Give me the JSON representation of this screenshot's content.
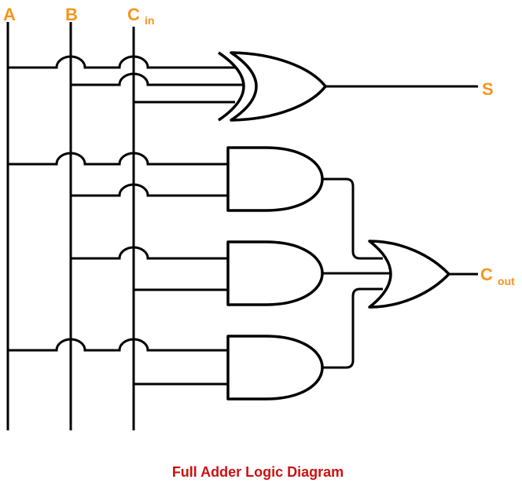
{
  "diagram": {
    "title": "Full Adder Logic Diagram",
    "inputs": {
      "a": "A",
      "b": "B",
      "cin_base": "C",
      "cin_sub": "in"
    },
    "outputs": {
      "sum": "S",
      "cout_base": "C",
      "cout_sub": "out"
    },
    "gates": {
      "sum_gate": "XOR",
      "carry_gate_1": "AND",
      "carry_gate_2": "AND",
      "carry_gate_3": "AND",
      "carry_or_gate": "OR"
    },
    "colors": {
      "wire": "#000000",
      "label": "#F7941D",
      "title": "#CC1111",
      "background": "#FFFFFF"
    }
  }
}
